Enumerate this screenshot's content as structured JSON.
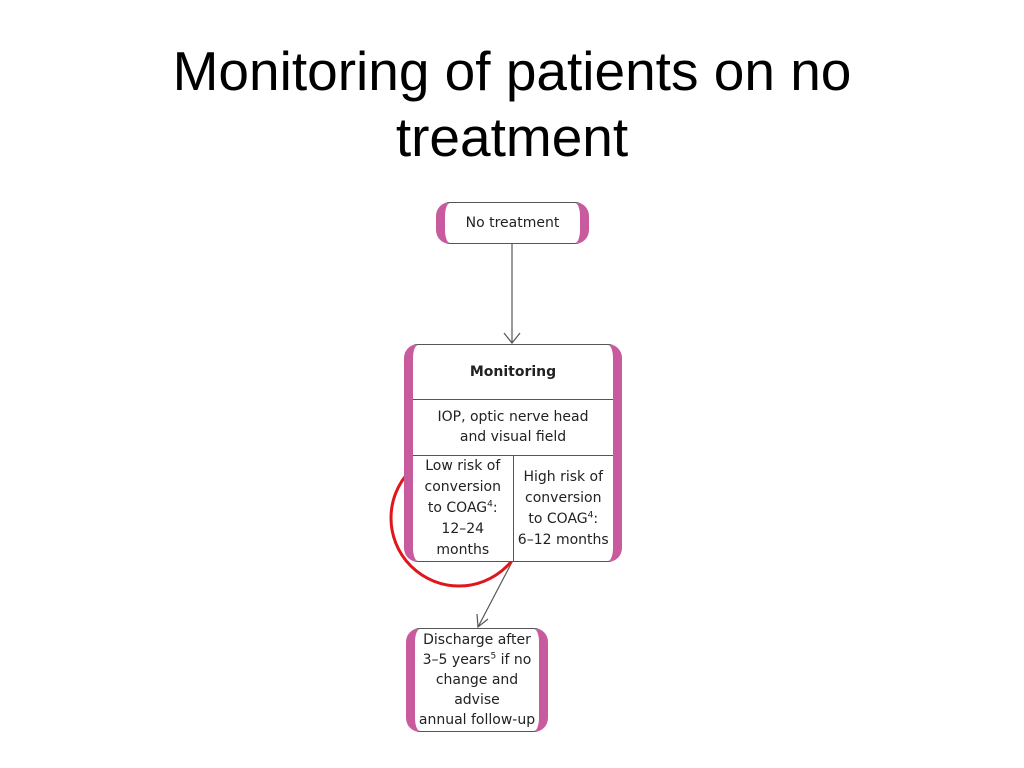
{
  "title": {
    "line1": "Monitoring of patients on no",
    "line2": "treatment"
  },
  "diagram": {
    "no_treatment": "No treatment",
    "monitoring": {
      "heading": "Monitoring",
      "measures": [
        "IOP, optic nerve head",
        "and visual field"
      ],
      "low_risk": {
        "lines": [
          "Low risk of",
          "conversion"
        ],
        "coag": "to COAG",
        "coag_sup": "4",
        "coag_suffix": ":",
        "interval": "12–24 months"
      },
      "high_risk": {
        "lines": [
          "High risk of",
          "conversion"
        ],
        "coag": "to COAG",
        "coag_sup": "4",
        "coag_suffix": ":",
        "interval": "6–12 months"
      }
    },
    "discharge": {
      "line1": "Discharge after",
      "line2_main": "3–5 years",
      "line2_sup": "5",
      "line2_suffix": " if no",
      "line3": "change and advise",
      "line4": "annual follow-up"
    }
  },
  "colors": {
    "accent_pink": "#c85a9e",
    "highlight_circle": "#e0161b",
    "border": "#555555"
  }
}
